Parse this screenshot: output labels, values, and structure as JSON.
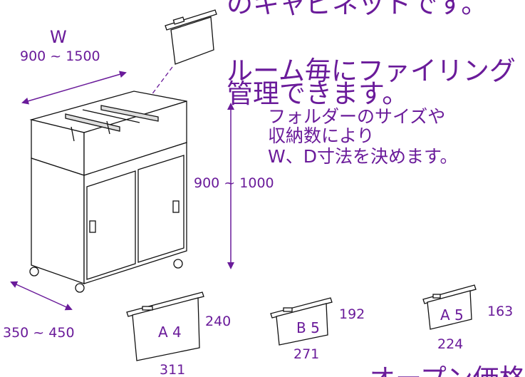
{
  "headline": {
    "line1": "のキャビネットです。",
    "line2": "ルーム毎にファイリング",
    "line3": "管理できます。"
  },
  "note": {
    "line1": "フォルダーのサイズや",
    "line2": "収納数により",
    "line3": "W、D寸法を決めます。"
  },
  "dimensions": {
    "w_label": "W",
    "w_range": "900 ~ 1500",
    "h_range": "900 ~ 1000",
    "d_range": "350 ~ 450"
  },
  "folders": [
    {
      "size": "A 4",
      "height": "240",
      "width": "311"
    },
    {
      "size": "B 5",
      "height": "192",
      "width": "271"
    },
    {
      "size": "A 5",
      "height": "163",
      "width": "224"
    }
  ],
  "footer_partial": "オープン価格",
  "accent_color": "#6a1b9a"
}
